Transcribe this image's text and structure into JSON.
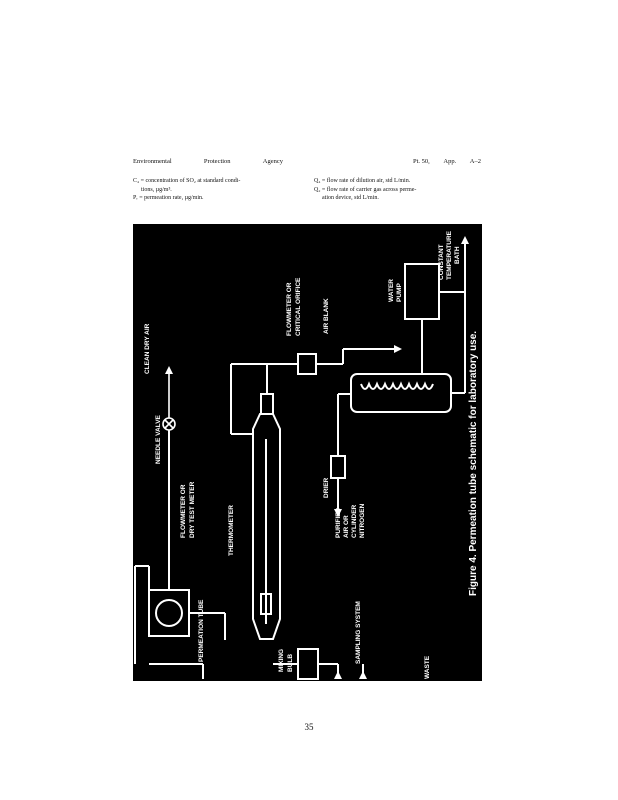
{
  "header": {
    "left": [
      "Environmental",
      "Protection",
      "Agency"
    ],
    "right": [
      "Pt. 50,",
      "App.",
      "A–2"
    ]
  },
  "definitions": {
    "left": [
      "C₄ = concentration of SO₂ at standard condi-",
      "tions, µg/m³.",
      "Pᵣ = permeation rate, µg/min."
    ],
    "right": [
      "Q₄ = flow rate of dilution air, std L/min.",
      "Q₂ = flow rate of carrier gas across perme-",
      "ation device, std L/min."
    ]
  },
  "figure": {
    "caption": "Figure 4. Permeation tube schematic for laboratory use.",
    "labels": {
      "clean_dry_air": "CLEAN DRY AIR",
      "needle_valve": "NEEDLE VALVE",
      "flowmeter_line1": "FLOWMETER OR",
      "flowmeter_line2": "DRY TEST METER",
      "thermometer": "THERMOMETER",
      "permeation_tube": "PERMEATION TUBE",
      "mixing_line1": "MIXING",
      "mixing_line2": "BULB",
      "sampling_system": "SAMPLING SYSTEM",
      "waste": "WASTE",
      "purified_line1": "PURIFIED",
      "purified_line2": "AIR OR",
      "purified_line3": "CYLINDER",
      "purified_line4": "NITROGEN",
      "drier": "DRIER",
      "critical_line1": "FLOWMETER OR",
      "critical_line2": "CRITICAL ORIFICE",
      "air_blank": "AIR BLANK",
      "water_line1": "WATER",
      "water_line2": "PUMP",
      "constant_line1": "CONSTANT",
      "constant_line2": "TEMPERATURE",
      "constant_line3": "BATH"
    }
  },
  "page_number": "35"
}
